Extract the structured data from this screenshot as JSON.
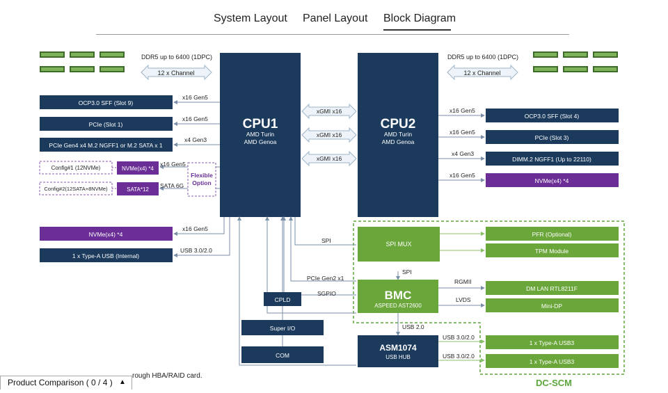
{
  "tabs": [
    {
      "label": "System Layout"
    },
    {
      "label": "Panel Layout"
    },
    {
      "label": "Block Diagram",
      "active": true
    }
  ],
  "colors": {
    "navy": "#1b3a5c",
    "purple": "#6a2e96",
    "green": "#6aa63a",
    "dcscm_border": "#5aa63a"
  },
  "memory": {
    "left_label": "DDR5 up to 6400 (1DPC)",
    "left_channel": "12 x Channel",
    "right_label": "DDR5 up to 6400 (1DPC)",
    "right_channel": "12 x Channel"
  },
  "cpu1": {
    "title": "CPU1",
    "line1": "AMD Turin",
    "line2": "AMD Genoa"
  },
  "cpu2": {
    "title": "CPU2",
    "line1": "AMD Turin",
    "line2": "AMD Genoa"
  },
  "xgmi": [
    "xGMI x16",
    "xGMI x16",
    "xGMI x16"
  ],
  "left_slots": [
    {
      "name": "OCP3.0 SFF (Slot 9)",
      "link": "x16 Gen5"
    },
    {
      "name": "PCIe (Slot 1)",
      "link": "x16 Gen5"
    },
    {
      "name": "PCIe Gen4 x4 M.2 NGFF1 or M.2 SATA x 1",
      "link": "x4 Gen3"
    }
  ],
  "flex": {
    "config1": "Config#1 (12NVMe)",
    "config2": "Config#2(12SATA+8NVMe)",
    "nvme_box": "NVMe(x4) *4",
    "sata_box": "SATA*12",
    "link_nvme": "x16 Gen5",
    "link_sata": "SATA 6G",
    "option_line1": "Flexible",
    "option_line2": "Option"
  },
  "left_bottom": [
    {
      "name": "NVMe(x4) *4",
      "link": "x16 Gen5"
    },
    {
      "name": "1 x Type-A USB (Internal)",
      "link": "USB 3.0/2.0"
    }
  ],
  "right_slots": [
    {
      "name": "OCP3.0 SFF (Slot 4)",
      "link": "x16 Gen5"
    },
    {
      "name": "PCIe (Slot 3)",
      "link": "x16 Gen5"
    },
    {
      "name": "DIMM.2 NGFF1 (Up to 22110)",
      "link": "x4 Gen3"
    },
    {
      "name": "NVMe(x4) *4",
      "link": "x16 Gen5"
    }
  ],
  "spi_mux": {
    "name": "SPI MUX",
    "link_left": "SPI",
    "link_down": "SPI"
  },
  "bmc": {
    "title": "BMC",
    "subtitle": "ASPEED AST2600",
    "link_pcie": "PCIe Gen2 x1",
    "link_sgpio": "SGPIO",
    "link_rgmii": "RGMII",
    "link_lvds": "LVDS",
    "link_usb": "USB 2.0"
  },
  "cpld": {
    "name": "CPLD"
  },
  "super_io": {
    "name": "Super I/O"
  },
  "com": {
    "name": "COM"
  },
  "asm": {
    "title": "ASM1074",
    "subtitle": "USB HUB"
  },
  "right_modules": [
    {
      "name": "PFR (Optional)"
    },
    {
      "name": "TPM Module"
    },
    {
      "name": "DM LAN RTL8211F"
    },
    {
      "name": "Mini-DP"
    },
    {
      "name": "1 x Type-A USB3",
      "link": "USB 3.0/2.0"
    },
    {
      "name": "1 x Type-A USB3",
      "link": "USB 3.0/2.0"
    }
  ],
  "dcscm_label": "DC-SCM",
  "footer": {
    "label": "Product Comparison ( 0 / 4 )",
    "caret": "▲"
  },
  "footnote": "rough HBA/RAID card."
}
